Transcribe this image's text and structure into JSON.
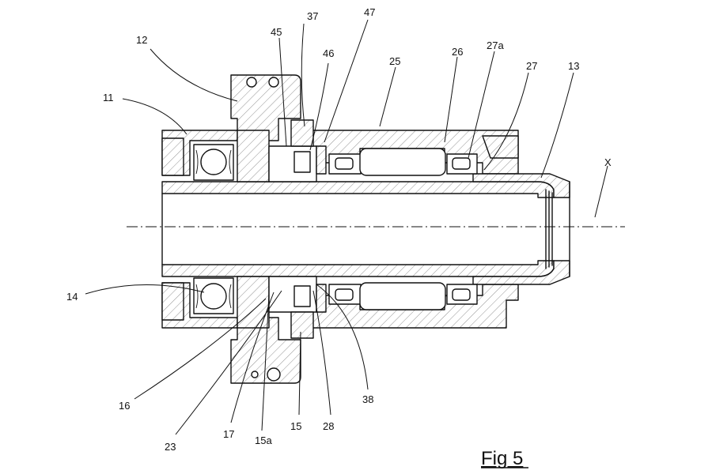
{
  "figure_label": "Fig 5",
  "reference_numerals": {
    "r11": "11",
    "r12": "12",
    "r37": "37",
    "r45": "45",
    "r46": "46",
    "r47": "47",
    "r25": "25",
    "r26": "26",
    "r27a": "27a",
    "r27": "27",
    "r13": "13",
    "rX": "X",
    "r14": "14",
    "r16": "16",
    "r23": "23",
    "r17": "17",
    "r15a": "15a",
    "r15": "15",
    "r28": "28",
    "r38": "38"
  }
}
